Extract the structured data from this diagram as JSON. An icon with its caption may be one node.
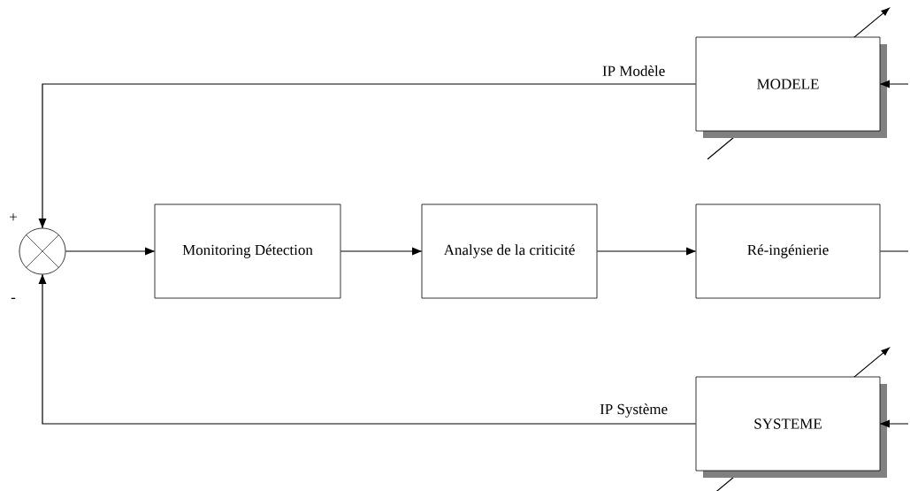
{
  "diagram": {
    "nodes": [
      {
        "text": [
          "MODELE"
        ]
      },
      {
        "text": [],
        "shape": "circle"
      },
      {
        "text": [
          "Monitoring Détection"
        ]
      },
      {
        "text": [
          "Analyse de la criticité"
        ]
      },
      {
        "text": [
          "Ré-ingénierie"
        ]
      },
      {
        "text": [
          "SYSTEME"
        ]
      }
    ],
    "edges": [
      {
        "from": 0,
        "to": 1,
        "arrow": "to",
        "label": "IP Modèle"
      },
      {
        "from": 1,
        "to": 2,
        "arrow": "to"
      },
      {
        "from": 2,
        "to": 3,
        "arrow": "to"
      },
      {
        "from": 3,
        "to": 4,
        "arrow": "to"
      },
      {
        "from": 4,
        "to": null,
        "arrow": "none"
      },
      {
        "from": null,
        "to": 0,
        "arrow": "to"
      },
      {
        "from": null,
        "to": 5,
        "arrow": "to"
      },
      {
        "from": 5,
        "to": 1,
        "arrow": "to",
        "label": "IP Système"
      }
    ],
    "labels": [
      "+",
      "-"
    ]
  }
}
